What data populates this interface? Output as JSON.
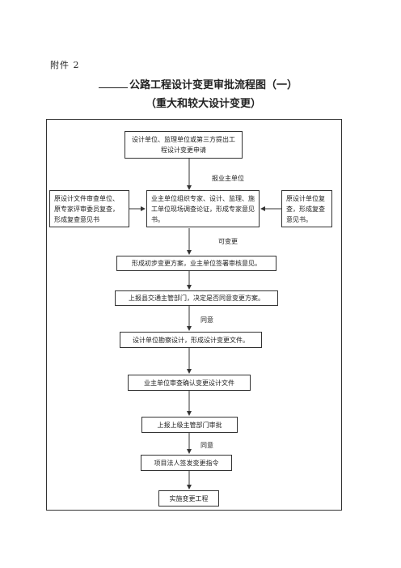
{
  "header": {
    "attachment": "附件 2",
    "title": "公路工程设计变更审批流程图（一）",
    "subtitle": "（重大和较大设计变更）"
  },
  "nodes": {
    "apply": "设计单位、监理单位或第三方提出工程设计变更申请",
    "left_review": "原设计文件审查单位、原专家评审委员复查，形成复查意见书",
    "owner_org": "业主单位组织专家、设计、监理、施工单位现场调查论证，形成专家意见书。",
    "right_review": "原设计单位复查，形成复查意见书。",
    "prelim": "形成初步变更方案，业主单位签署审核意见。",
    "county": "上报县交通主管部门，决定是否同意变更方案。",
    "survey": "设计单位勘察设计，形成设计变更文件。",
    "owner_confirm": "业主单位审查确认变更设计文件",
    "upper_approve": "上报上级主管部门审批",
    "legal_sign": "项目法人签发变更指令",
    "implement": "实施变更工程"
  },
  "labels": {
    "report_owner": "报业主单位",
    "changeable": "可变更",
    "agree1": "同意",
    "agree2": "同意"
  }
}
